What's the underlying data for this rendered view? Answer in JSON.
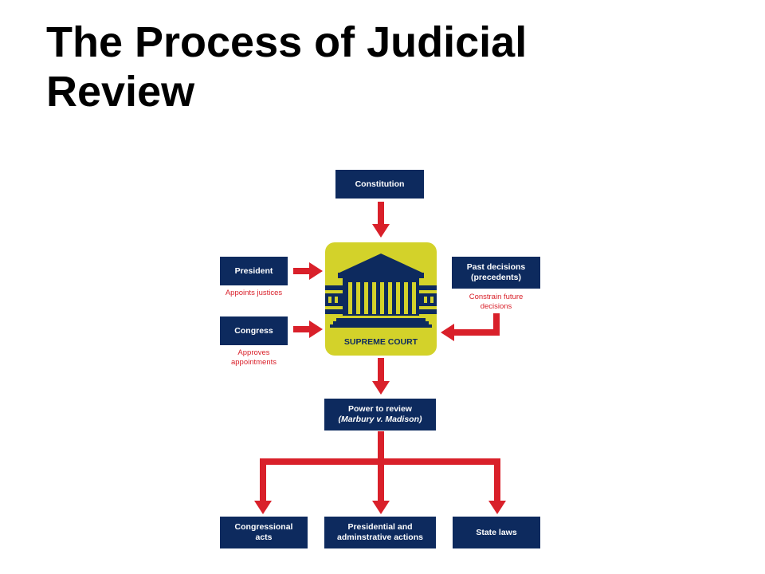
{
  "title": "The Process of Judicial Review",
  "boxes": {
    "constitution": "Constitution",
    "president": "President",
    "congress": "Congress",
    "past_decisions_line1": "Past decisions",
    "past_decisions_line2": "(precedents)",
    "power_line1": "Power to review",
    "power_line2": "(Marbury v. Madison)",
    "congressional_line1": "Congressional",
    "congressional_line2": "acts",
    "presidential_line1": "Presidential and",
    "presidential_line2": "adminstrative actions",
    "state_laws": "State laws"
  },
  "notes": {
    "appoints": "Appoints justices",
    "approves_line1": "Approves",
    "approves_line2": "appointments",
    "constrain_line1": "Constrain future",
    "constrain_line2": "decisions"
  },
  "court": {
    "label": "SUPREME COURT"
  },
  "colors": {
    "box": "#0d2a5e",
    "arrow": "#d9202a",
    "court_bg": "#d3d22a"
  }
}
